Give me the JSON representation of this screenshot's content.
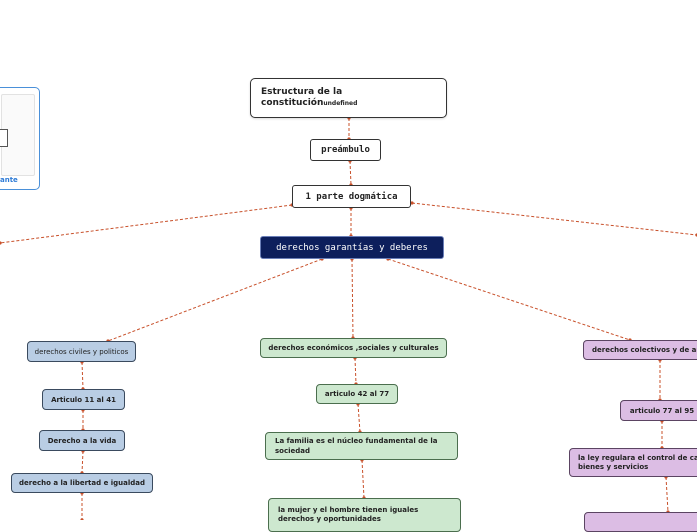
{
  "root": {
    "title": "Estructura de la",
    "title_line2": "constitución",
    "suffix": "undefined"
  },
  "preamble": "preámbulo",
  "dogmatic": "1 parte dogmática",
  "rights": "derechos garantías y deberes",
  "left_card": {
    "caption": "ante"
  },
  "civil": {
    "title": "derechos civiles y politicos",
    "items": [
      "Articulo 11 al 41",
      "Derecho a la vida",
      "derecho a la libertad e igualdad"
    ]
  },
  "economic": {
    "title": "derechos económicos ,sociales y culturales",
    "items": [
      "articulo 42 al 77",
      "La familia es el núcleo fundamental de la sociedad",
      "la mujer y el hombre  tienen iguales derechos y oportunidades"
    ]
  },
  "collective": {
    "title": "derechos colectivos y de am",
    "items": [
      "articulo 77 al 95",
      "la ley regulara el control de ca bienes y servicios"
    ]
  },
  "colors": {
    "navy": "#0d1f5c",
    "connector": "#c8502a",
    "card_border": "#4a90d9",
    "card_caption": "#2e7bd6"
  }
}
